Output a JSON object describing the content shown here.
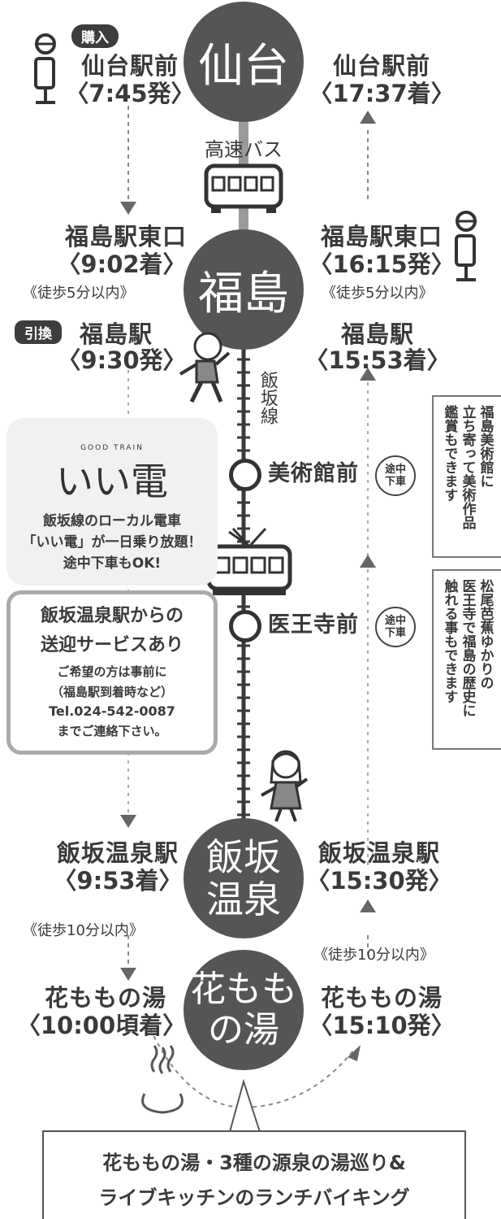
{
  "circles": {
    "sendai": "仙台",
    "fukushima": "福島",
    "iizaka_line1": "飯坂",
    "iizaka_line2": "温泉",
    "hanamomo_line1": "花もも",
    "hanamomo_line2": "の湯"
  },
  "bus_label": "高速バス",
  "iizaka_line_label": "飯坂線",
  "tags": {
    "purchase": "購入",
    "exchange": "引換",
    "stopover": "途中",
    "stopover2": "下車"
  },
  "outbound": {
    "sendai_station": "仙台駅前",
    "sendai_time": "〈7:45発〉",
    "fukushima_east": "福島駅東口",
    "fukushima_east_time": "〈9:02着〉",
    "walk1": "《徒歩5分以内》",
    "fukushima_station": "福島駅",
    "fukushima_station_time": "〈9:30発〉",
    "iizaka_station": "飯坂温泉駅",
    "iizaka_time": "〈9:53着〉",
    "walk2": "《徒歩10分以内》",
    "hanamomo": "花ももの湯",
    "hanamomo_time": "〈10:00頃着〉"
  },
  "return": {
    "sendai_station": "仙台駅前",
    "sendai_time": "〈17:37着〉",
    "fukushima_east": "福島駅東口",
    "fukushima_east_time": "〈16:15発〉",
    "walk1": "《徒歩5分以内》",
    "fukushima_station": "福島駅",
    "fukushima_station_time": "〈15:53着〉",
    "iizaka_station": "飯坂温泉駅",
    "iizaka_time": "〈15:30発〉",
    "walk2": "《徒歩10分以内》",
    "hanamomo": "花ももの湯",
    "hanamomo_time": "〈15:10発〉"
  },
  "stops": {
    "museum": "美術館前",
    "iouji": "医王寺前"
  },
  "callouts": {
    "museum_col1": "福島美術館に",
    "museum_col2": "立ち寄って美術作品",
    "museum_col3": "鑑賞もできます",
    "iouji_col1": "松尾芭蕉ゆかりの",
    "iouji_col2": "医王寺で福島の歴史に",
    "iouji_col3": "触れる事もできます"
  },
  "iiden": {
    "small": "GOOD TRAIN",
    "logo": "いい電",
    "line1": "飯坂線のローカル電車",
    "line2": "「いい電」が一日乗り放題！",
    "line3": "途中下車もOK!"
  },
  "shuttle": {
    "title1": "飯坂温泉駅からの",
    "title2": "送迎サービスあり",
    "line1": "ご希望の方は事前に",
    "line2": "（福島駅到着時など）",
    "line3": "Tel.024-542-0087",
    "line4": "までご連絡下さい。"
  },
  "bottom": {
    "line1": "花ももの湯・3種の源泉の湯巡り&",
    "line2": "ライブキッチンのランチバイキング"
  }
}
